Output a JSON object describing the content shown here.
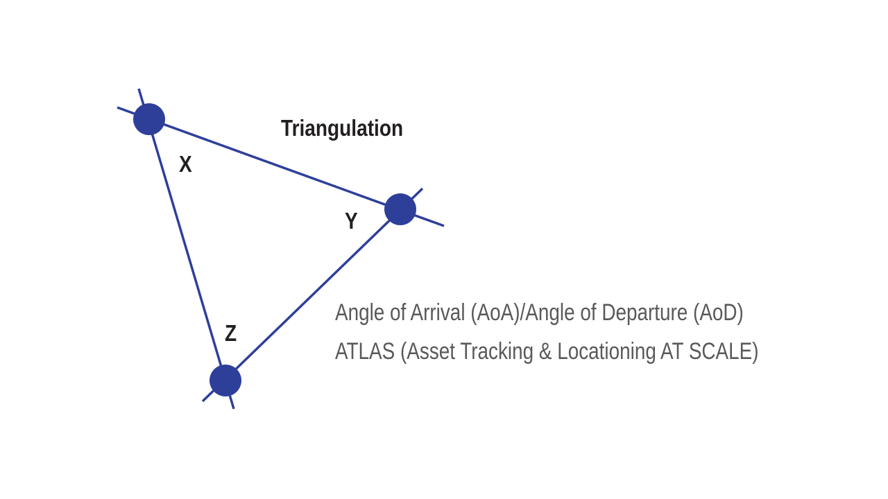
{
  "title": "Triangulation",
  "vertices": {
    "x": "X",
    "y": "Y",
    "z": "Z"
  },
  "descriptions": [
    "Angle of Arrival (AoA)/Angle of Departure (AoD)",
    "ATLAS (Asset Tracking & Locationing AT SCALE)"
  ],
  "colors": {
    "line": "#2e3f9a",
    "node": "#2e3f9a",
    "title": "#231f20",
    "description": "#58595b"
  }
}
